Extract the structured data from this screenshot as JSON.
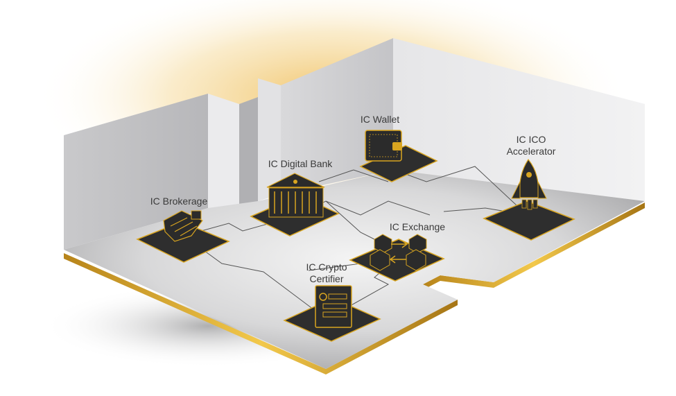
{
  "nodes": {
    "wallet": {
      "label": "IC Wallet"
    },
    "digital_bank": {
      "label": "IC Digital Bank"
    },
    "brokerage": {
      "label": "IC Brokerage"
    },
    "ico_accelerator": {
      "line1": "IC ICO",
      "line2": "Accelerator"
    },
    "exchange": {
      "label": "IC Exchange"
    },
    "crypto_certifier": {
      "line1": "IC Crypto",
      "line2": "Certifier"
    }
  },
  "colors": {
    "gold": "#d9a520",
    "dark_tile": "#2e2e2e",
    "wall": "#d6d6d8",
    "floor": "#cfcfd1"
  }
}
